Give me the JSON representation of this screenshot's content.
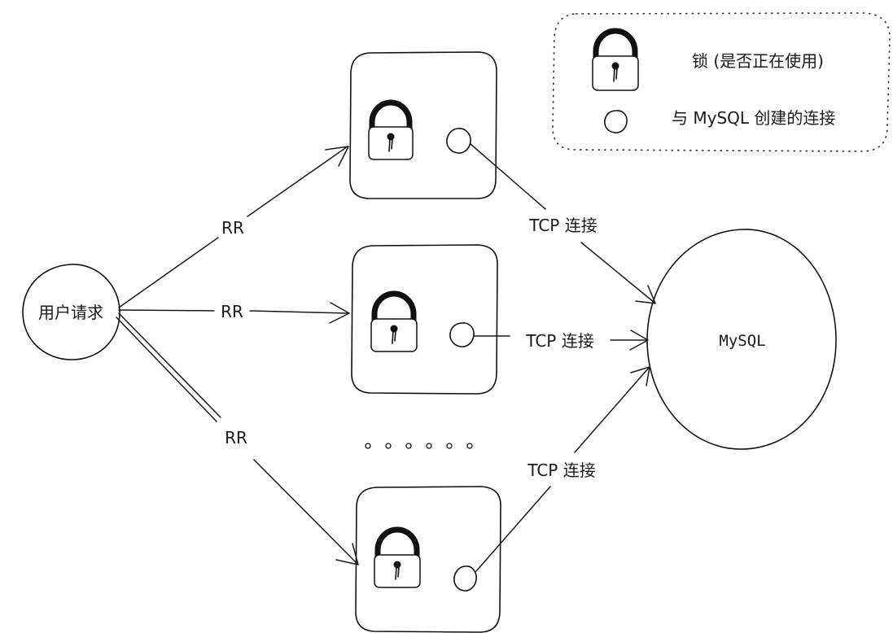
{
  "user_node": {
    "label": "用户请求"
  },
  "edges": {
    "rr_top": "RR",
    "rr_middle": "RR",
    "rr_bottom": "RR",
    "tcp_top": "TCP 连接",
    "tcp_middle": "TCP 连接",
    "tcp_bottom": "TCP 连接"
  },
  "database": {
    "label": "MySQL"
  },
  "ellipsis": "。。。。。。",
  "legend": {
    "lock_text": "锁 (是否正在使用)",
    "connection_text": "与 MySQL 创建的连接"
  },
  "icons": {
    "lock": "padlock-icon",
    "connection": "circle-icon"
  }
}
